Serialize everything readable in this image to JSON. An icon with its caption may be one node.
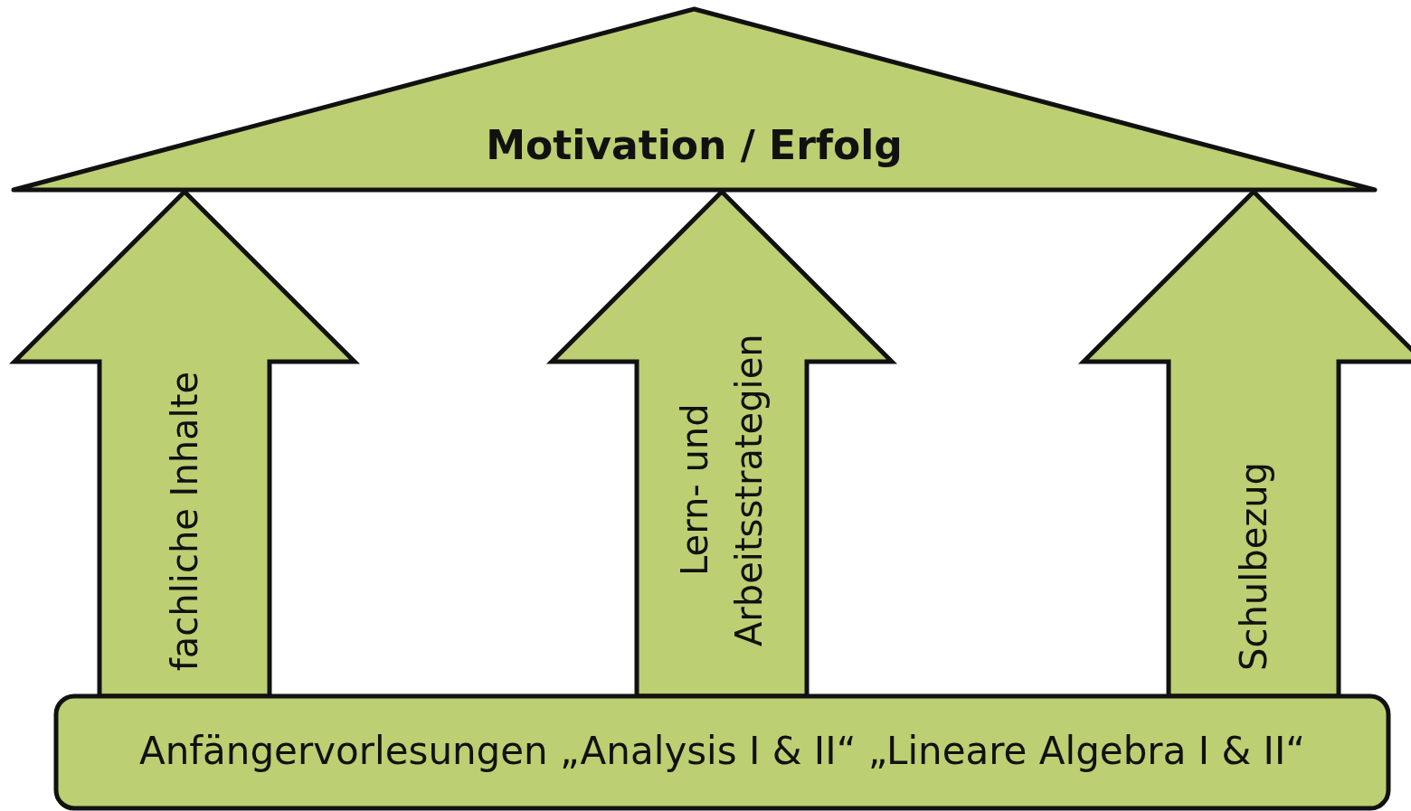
{
  "diagram": {
    "nodes": [
      {
        "text": [
          "Motivation / Erfolg"
        ]
      },
      {
        "text": [
          "Anfängervorlesungen „Analysis I & II“ „Lineare Algebra I & II“"
        ]
      }
    ],
    "edges": [
      {
        "from": 1,
        "to": 0,
        "arrow": "to",
        "label": "fachliche Inhalte"
      },
      {
        "from": 1,
        "to": 0,
        "arrow": "to",
        "label": "Lern- und Arbeitsstrategien"
      },
      {
        "from": 1,
        "to": 0,
        "arrow": "to",
        "label": "Schulbezug"
      }
    ]
  }
}
